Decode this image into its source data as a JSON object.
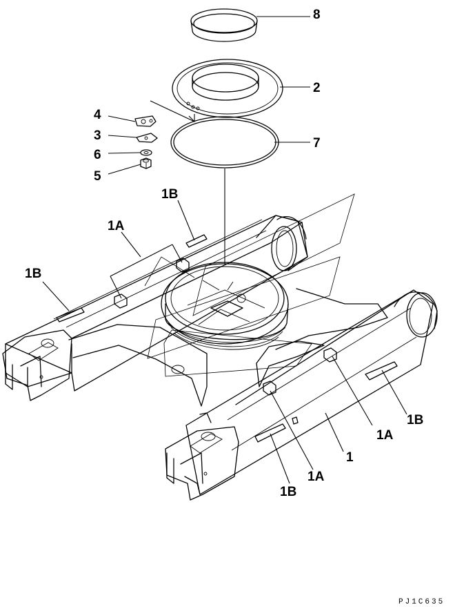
{
  "callouts": {
    "c8": "8",
    "c2": "2",
    "c4": "4",
    "c3": "3",
    "c6": "6",
    "c5": "5",
    "c7": "7",
    "c1b_top": "1B",
    "c1a_top": "1A",
    "c1b_left": "1B",
    "c1a_right": "1A",
    "c1b_right": "1B",
    "c1": "1",
    "c1a_bottom": "1A",
    "c1b_bottom": "1B"
  },
  "drawing_code": "PJ1C635",
  "icons": {
    "part_8": "seal-ring-icon",
    "part_2": "swing-bearing-ring-icon",
    "part_7": "o-ring-icon",
    "part_4": "plate-icon",
    "part_3": "shim-icon",
    "part_6": "washer-icon",
    "part_5": "nut-icon",
    "part_1": "track-frame-icon"
  }
}
